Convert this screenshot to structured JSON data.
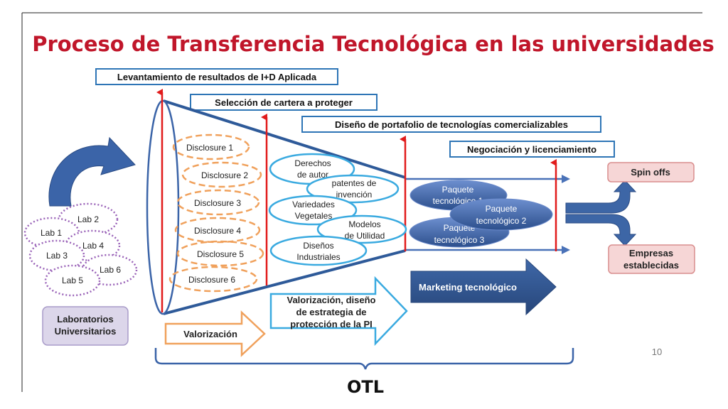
{
  "title": "Proceso de Transferencia Tecnológica en las universidades",
  "stages": {
    "levantamiento": "Levantamiento de resultados de I+D Aplicada",
    "seleccion": "Selección de cartera a proteger",
    "diseno": "Diseño de portafolio de tecnologías comercializables",
    "negociacion": "Negociación y licenciamiento"
  },
  "labs": [
    "Lab 1",
    "Lab 2",
    "Lab 3",
    "Lab 4",
    "Lab 5",
    "Lab 6"
  ],
  "labs_caption": [
    "Laboratorios",
    "Universitarios"
  ],
  "disclosures": [
    "Disclosure 1",
    "Disclosure 2",
    "Disclosure 3",
    "Disclosure 4",
    "Disclosure 5",
    "Disclosure 6"
  ],
  "ip_types": [
    [
      "Derechos",
      "de autor"
    ],
    [
      "patentes de",
      "invención"
    ],
    [
      "Variedades",
      "Vegetales"
    ],
    [
      "Modelos",
      "de Utilidad"
    ],
    [
      "Diseños",
      "Industriales"
    ]
  ],
  "packages": [
    [
      "Paquete",
      "tecnológico 1"
    ],
    [
      "Paquete",
      "tecnológico 2"
    ],
    [
      "Paquete",
      "tecnológico 3"
    ]
  ],
  "outcomes": {
    "spin_offs": "Spin offs",
    "empresas": [
      "Empresas",
      "establecidas"
    ]
  },
  "process_arrows": {
    "valorizacion": "Valorización",
    "valorizacion_diseno": [
      "Valorización, diseño",
      "de estrategia de",
      "protección de la PI"
    ],
    "marketing": "Marketing tecnológico"
  },
  "otl": "OTL",
  "page_number": "10",
  "colors": {
    "title_red": "#c0162a",
    "navy": "#2e4f86",
    "blue": "#4a72b8",
    "dark_blue": "#31598f",
    "orange": "#f0a15c",
    "cyan": "#3aaae0",
    "red": "#e11b1b",
    "purple": "#9a63b8",
    "pink_fill": "#f6d6d6",
    "lavender": "#dcd6ea"
  }
}
